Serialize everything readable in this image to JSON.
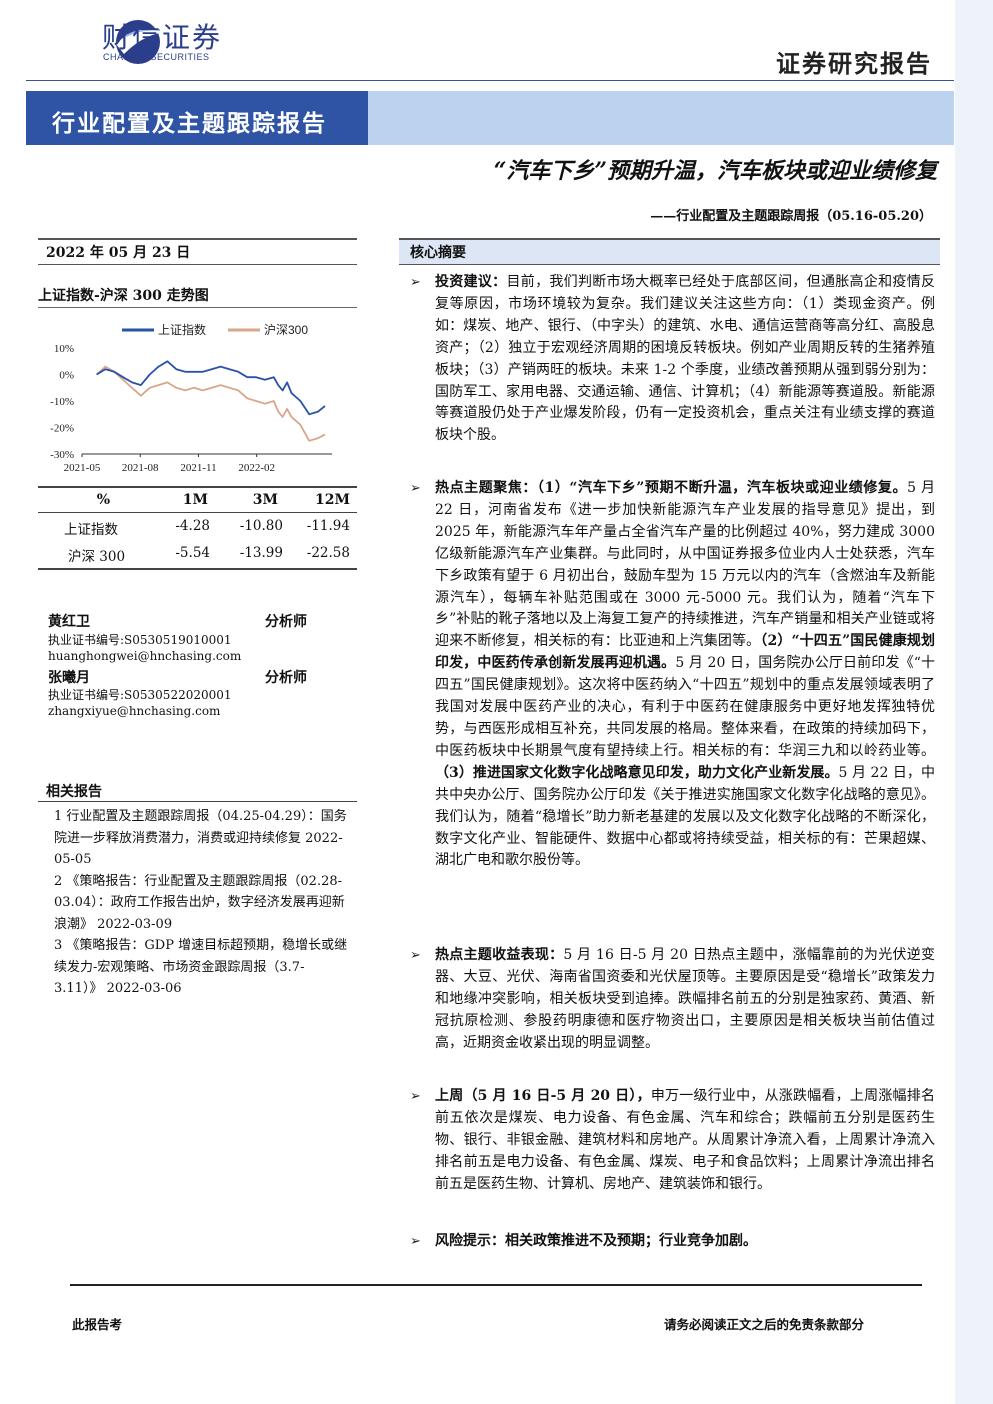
{
  "header": {
    "logo_cn": "财信证券",
    "logo_en": "CHASING SECURITIES",
    "report_type": "证券研究报告",
    "banner": "行业配置及主题跟踪报告"
  },
  "title": "“汽车下乡”预期升温，汽车板块或迎业绩修复",
  "subtitle": "——行业配置及主题跟踪周报（05.16-05.20）",
  "sidebar": {
    "date": "2022 年 05 月 23 日",
    "chart_title": "上证指数-沪深 300 走势图",
    "perf_table": {
      "headers": [
        "%",
        "1M",
        "3M",
        "12M"
      ],
      "rows": [
        [
          "上证指数",
          "-4.28",
          "-10.80",
          "-11.94"
        ],
        [
          "沪深 300",
          "-5.54",
          "-13.99",
          "-22.58"
        ]
      ]
    },
    "analysts": [
      {
        "name": "黄红卫",
        "role": "分析师",
        "cert": "执业证书编号:S0530519010001",
        "email": "huanghongwei@hnchasing.com"
      },
      {
        "name": "张曦月",
        "role": "分析师",
        "cert": "执业证书编号:S0530522020001",
        "email": "zhangxiyue@hnchasing.com"
      }
    ],
    "related_title": "相关报告",
    "related": [
      "1 行业配置及主题跟踪周报（04.25-04.29）：国务院进一步释放消费潜力，消费或迎持续修复 2022-05-05",
      "2 《策略报告：行业配置及主题跟踪周报（02.28-03.04）：政府工作报告出炉，数字经济发展再迎新浪潮》 2022-03-09",
      "3 《策略报告：GDP 增速目标超预期，稳增长或继续发力-宏观策略、市场资金跟踪周报（3.7-3.11）》 2022-03-06"
    ]
  },
  "chart_data": {
    "type": "line",
    "title": "上证指数-沪深 300 走势图",
    "x_ticks": [
      "2021-05",
      "2021-08",
      "2021-11",
      "2022-02"
    ],
    "y_ticks": [
      "10%",
      "0%",
      "-10%",
      "-20%",
      "-30%"
    ],
    "ylim": [
      -30,
      10
    ],
    "legend_position": "top",
    "series": [
      {
        "name": "上证指数",
        "color": "#2a52a8",
        "x": [
          "2021-05-24",
          "2021-06-07",
          "2021-06-21",
          "2021-07-05",
          "2021-07-19",
          "2021-08-02",
          "2021-08-16",
          "2021-08-30",
          "2021-09-13",
          "2021-09-27",
          "2021-10-11",
          "2021-10-25",
          "2021-11-08",
          "2021-11-22",
          "2021-12-06",
          "2021-12-20",
          "2022-01-03",
          "2022-01-17",
          "2022-01-31",
          "2022-02-14",
          "2022-02-28",
          "2022-03-07",
          "2022-03-14",
          "2022-03-21",
          "2022-03-28",
          "2022-04-11",
          "2022-04-25",
          "2022-05-09",
          "2022-05-20"
        ],
        "values": [
          0,
          2,
          1,
          -1,
          -3,
          -4,
          0,
          3,
          5,
          2,
          1,
          1,
          1,
          2,
          3,
          2,
          1,
          -1,
          -1,
          -2,
          -1,
          -4,
          -6,
          -3,
          -7,
          -10,
          -15,
          -14,
          -11.9
        ]
      },
      {
        "name": "沪深300",
        "color": "#d8a68a",
        "x": [
          "2021-05-24",
          "2021-06-07",
          "2021-06-21",
          "2021-07-05",
          "2021-07-19",
          "2021-08-02",
          "2021-08-16",
          "2021-08-30",
          "2021-09-13",
          "2021-09-27",
          "2021-10-11",
          "2021-10-25",
          "2021-11-08",
          "2021-11-22",
          "2021-12-06",
          "2021-12-20",
          "2022-01-03",
          "2022-01-17",
          "2022-01-31",
          "2022-02-14",
          "2022-02-28",
          "2022-03-07",
          "2022-03-14",
          "2022-03-21",
          "2022-03-28",
          "2022-04-11",
          "2022-04-25",
          "2022-05-09",
          "2022-05-20"
        ],
        "values": [
          0,
          3,
          1,
          -2,
          -5,
          -8,
          -5,
          -4,
          -3,
          -5,
          -6,
          -5,
          -6,
          -5,
          -4,
          -5,
          -6,
          -9,
          -10,
          -11,
          -10,
          -14,
          -16,
          -13,
          -16,
          -19,
          -25,
          -24,
          -22.6
        ]
      }
    ]
  },
  "main": {
    "core_title": "核心摘要",
    "bullets": [
      {
        "lead": "投资建议：",
        "body": "目前，我们判断市场大概率已经处于底部区间，但通胀高企和疫情反复等原因，市场环境较为复杂。我们建议关注这些方向：（1）类现金资产。例如：煤炭、地产、银行、（中字头）的建筑、水电、通信运营商等高分红、高股息资产；（2）独立于宏观经济周期的困境反转板块。例如产业周期反转的生猪养殖板块；（3）产销两旺的板块。未来 1-2 个季度，业绩改善预期从强到弱分别为：国防军工、家用电器、交通运输、通信、计算机；（4）新能源等赛道股。新能源等赛道股仍处于产业爆发阶段，仍有一定投资机会，重点关注有业绩支撑的赛道板块个股。"
      },
      {
        "lead": "热点主题聚焦：（1）“汽车下乡”预期不断升温，汽车板块或迎业绩修复。",
        "body": "5 月 22 日，河南省发布《进一步加快新能源汽车产业发展的指导意见》提出，到 2025 年，新能源汽车年产量占全省汽车产量的比例超过 40%，努力建成 3000 亿级新能源汽车产业集群。与此同时，从中国证券报多位业内人士处获悉，汽车下乡政策有望于 6 月初出台，鼓励车型为 15 万元以内的汽车（含燃油车及新能源汽车），每辆车补贴范围或在 3000 元-5000 元。我们认为，随着“汽车下乡”补贴的靴子落地以及上海复工复产的持续推进，汽车产销量和相关产业链或将迎来不断修复，相关标的有：比亚迪和上汽集团等。",
        "lead2": "（2）“十四五”国民健康规划印发，中医药传承创新发展再迎机遇。",
        "body2": "5 月 20 日，国务院办公厅日前印发《“十四五”国民健康规划》。这次将中医药纳入“十四五”规划中的重点发展领域表明了我国对发展中医药产业的决心，有利于中医药在健康服务中更好地发挥独特优势，与西医形成相互补充，共同发展的格局。整体来看，在政策的持续加码下，中医药板块中长期景气度有望持续上行。相关标的有：华润三九和以岭药业等。",
        "lead3": "（3）推进国家文化数字化战略意见印发，助力文化产业新发展。",
        "body3": "5 月 22 日，中共中央办公厅、国务院办公厅印发《关于推进实施国家文化数字化战略的意见》。我们认为，随着“稳增长”助力新老基建的发展以及文化数字化战略的不断深化，数字文化产业、智能硬件、数据中心都或将持续受益，相关标的有：芒果超媒、湖北广电和歌尔股份等。"
      },
      {
        "lead": "热点主题收益表现：",
        "body": "5 月 16 日-5 月 20 日热点主题中，涨幅靠前的为光伏逆变器、大豆、光伏、海南省国资委和光伏屋顶等。主要原因是受“稳增长”政策发力和地缘冲突影响，相关板块受到追捧。跌幅排名前五的分别是独家药、黄酒、新冠抗原检测、参股药明康德和医疗物资出口，主要原因是相关板块当前估值过高，近期资金收紧出现的明显调整。"
      },
      {
        "lead": "上周（5 月 16 日-5 月 20 日），",
        "body": "申万一级行业中，从涨跌幅看，上周涨幅排名前五依次是煤炭、电力设备、有色金属、汽车和综合；跌幅前五分别是医药生物、银行、非银金融、建筑材料和房地产。从周累计净流入看，上周累计净流入排名前五是电力设备、有色金属、煤炭、电子和食品饮料；上周累计净流出排名前五是医药生物、计算机、房地产、建筑装饰和银行。"
      },
      {
        "lead": "风险提示：相关政策推进不及预期；行业竞争加剧。",
        "body": ""
      }
    ]
  },
  "footer": {
    "left": "此报告考",
    "right": "请务必阅读正文之后的免责条款部分"
  }
}
